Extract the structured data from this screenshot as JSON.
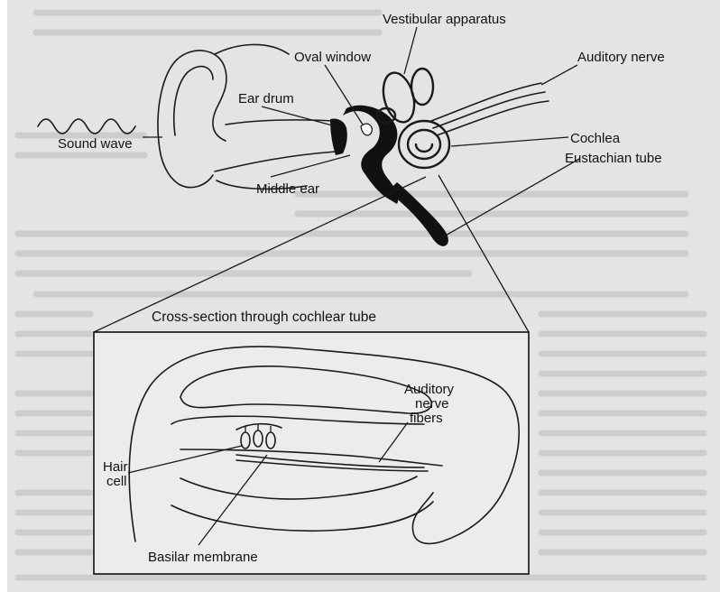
{
  "labels": {
    "vestibular": "Vestibular apparatus",
    "oval_window": "Oval window",
    "auditory_nerve": "Auditory nerve",
    "ear_drum": "Ear drum",
    "sound_wave": "Sound wave",
    "cochlea": "Cochlea",
    "eustachian": "Eustachian tube",
    "middle_ear": "Middle ear",
    "cross_section_title": "Cross-section through cochlear tube",
    "nerve_fibers_1": "Auditory",
    "nerve_fibers_2": "nerve",
    "nerve_fibers_3": "fibers",
    "hair_cell_1": "Hair",
    "hair_cell_2": "cell",
    "basilar": "Basilar membrane"
  }
}
